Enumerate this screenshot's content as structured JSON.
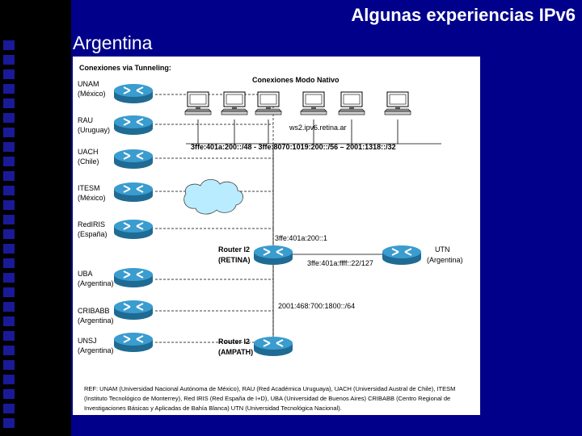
{
  "slide": {
    "title": "Algunas experiencias IPv6",
    "subtitle": "Argentina"
  },
  "diagram": {
    "tunneling_header": "Conexiones via Tunneling:",
    "native_header": "Conexiones Modo Nativo",
    "tunnels": [
      {
        "line1": "UNAM",
        "line2": "(México)"
      },
      {
        "line1": "RAU",
        "line2": "(Uruguay)"
      },
      {
        "line1": "UACH",
        "line2": "(Chile)"
      },
      {
        "line1": "ITESM",
        "line2": "(México)"
      },
      {
        "line1": "RedIRIS",
        "line2": "(España)"
      },
      {
        "line1": "UBA",
        "line2": "(Argentina)"
      },
      {
        "line1": "CRIBABB",
        "line2": "(Argentina)"
      },
      {
        "line1": "UNSJ",
        "line2": "(Argentina)"
      }
    ],
    "host_label": "ws2.ipv6.retina.ar",
    "lan_prefix": "3ffe:401a:200::/48 - 3ffe:8070:1019:200::/56 – 2001:1318::/32",
    "retina_router": {
      "line1": "Router I2",
      "line2": "(RETINA)"
    },
    "ampath_router": {
      "line1": "Router I2",
      "line2": "(AMPATH)"
    },
    "utn": {
      "line1": "UTN",
      "line2": "(Argentina)"
    },
    "link_up": "3ffe:401a:200::1",
    "link_utn": "3ffe:401a:ffff::22/127",
    "link_ampath": "2001:468:700:1800::/64",
    "reference": "REF: UNAM (Universidad Nacional Autónoma de México), RAU (Red Académica Uruguaya), UACH (Universidad Austral de Chile), ITESM (Instituto Tecnológico de Monterrey), Red IRIS (Red España de I+D), UBA (Universidad de Buenos Aires) CRIBABB (Centro Regional de Investigaciones Básicas y Aplicadas de Bahía Blanca) UTN (Universidad Tecnológica Nacional)."
  }
}
